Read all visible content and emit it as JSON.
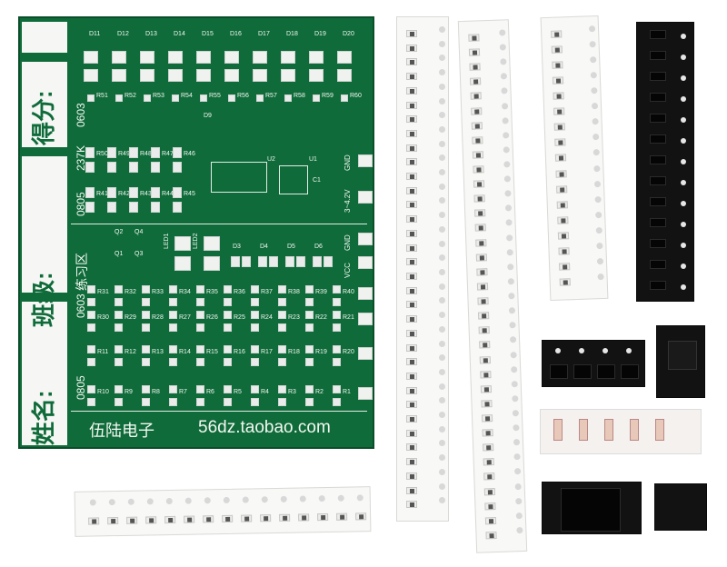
{
  "pcb": {
    "left_labels": {
      "name": "姓名:",
      "class": "班级:",
      "score": "得分:"
    },
    "brand": "伍陆电子",
    "url": "56dz.taobao.com",
    "practice_area": "练习区",
    "size_0805_top": "0805",
    "size_0805_bottom": "0805",
    "size_0603_top": "0603",
    "size_0603_mid": "0603",
    "resistor_value": "237K",
    "gnd_label": "GND",
    "vcc_label": "VCC",
    "gnd2_label": "GND",
    "voltage_label": "3~4.2V",
    "led_labels": [
      "D11",
      "D12",
      "D13",
      "D14",
      "D15",
      "D16",
      "D17",
      "D18",
      "D19",
      "D20"
    ],
    "r_top_labels": [
      "R51",
      "R52",
      "R53",
      "R54",
      "R55",
      "R56",
      "R57",
      "R58",
      "R59",
      "R60"
    ],
    "r_row1": [
      "R50",
      "R49",
      "R48",
      "R47",
      "R46"
    ],
    "r_row2": [
      "R41",
      "R42",
      "R43",
      "R44",
      "R45"
    ],
    "r_0603_row1": [
      "R31",
      "R32",
      "R33",
      "R34",
      "R35",
      "R36",
      "R37",
      "R38",
      "R39",
      "R40"
    ],
    "r_0603_row2": [
      "R30",
      "R29",
      "R28",
      "R27",
      "R26",
      "R25",
      "R24",
      "R23",
      "R22",
      "R21"
    ],
    "r_0805_row1": [
      "R11",
      "R12",
      "R13",
      "R14",
      "R15",
      "R16",
      "R17",
      "R18",
      "R19",
      "R20"
    ],
    "r_0805_row2": [
      "R10",
      "R9",
      "R8",
      "R7",
      "R6",
      "R5",
      "R4",
      "R3",
      "R2",
      "R1"
    ],
    "diode_labels": [
      "D3",
      "D4",
      "D5",
      "D6"
    ],
    "misc_labels": {
      "q1": "Q1",
      "q2": "Q2",
      "q3": "Q3",
      "q4": "Q4",
      "led1": "LED1",
      "led2": "LED2",
      "u1": "U1",
      "u2": "U2",
      "c1": "C1",
      "d9": "D9"
    }
  }
}
